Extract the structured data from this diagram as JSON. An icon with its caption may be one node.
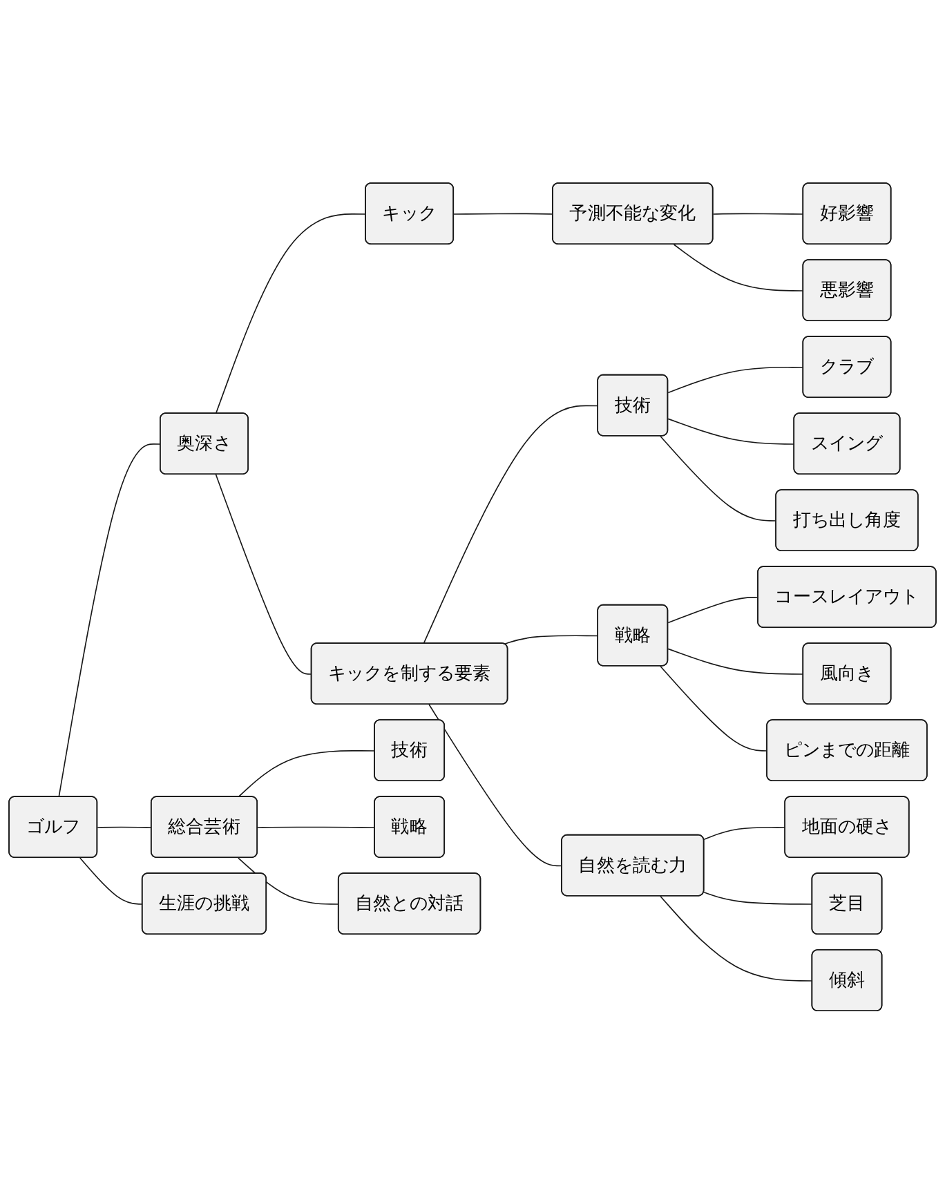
{
  "diagram": {
    "nodes": [
      {
        "text": [
          "ゴルフ"
        ]
      },
      {
        "text": [
          "奥深さ"
        ]
      },
      {
        "text": [
          "キック"
        ]
      },
      {
        "text": [
          "予測不能な変化"
        ]
      },
      {
        "text": [
          "好影響"
        ]
      },
      {
        "text": [
          "悪影響"
        ]
      },
      {
        "text": [
          "キックを制する要素"
        ]
      },
      {
        "text": [
          "技術"
        ]
      },
      {
        "text": [
          "クラブ"
        ]
      },
      {
        "text": [
          "スイング"
        ]
      },
      {
        "text": [
          "打ち出し角度"
        ]
      },
      {
        "text": [
          "戦略"
        ]
      },
      {
        "text": [
          "コースレイアウト"
        ]
      },
      {
        "text": [
          "風向き"
        ]
      },
      {
        "text": [
          "ピンまでの距離"
        ]
      },
      {
        "text": [
          "自然を読む力"
        ]
      },
      {
        "text": [
          "地面の硬さ"
        ]
      },
      {
        "text": [
          "芝目"
        ]
      },
      {
        "text": [
          "傾斜"
        ]
      },
      {
        "text": [
          "総合芸術"
        ]
      },
      {
        "text": [
          "技術"
        ]
      },
      {
        "text": [
          "戦略"
        ]
      },
      {
        "text": [
          "自然との対話"
        ]
      },
      {
        "text": [
          "生涯の挑戦"
        ]
      }
    ],
    "edges": [
      {
        "from": 0,
        "to": 1,
        "arrow": "none"
      },
      {
        "from": 1,
        "to": 2,
        "arrow": "none"
      },
      {
        "from": 2,
        "to": 3,
        "arrow": "none"
      },
      {
        "from": 3,
        "to": 4,
        "arrow": "none"
      },
      {
        "from": 3,
        "to": 5,
        "arrow": "none"
      },
      {
        "from": 1,
        "to": 6,
        "arrow": "none"
      },
      {
        "from": 6,
        "to": 7,
        "arrow": "none"
      },
      {
        "from": 7,
        "to": 8,
        "arrow": "none"
      },
      {
        "from": 7,
        "to": 9,
        "arrow": "none"
      },
      {
        "from": 7,
        "to": 10,
        "arrow": "none"
      },
      {
        "from": 6,
        "to": 11,
        "arrow": "none"
      },
      {
        "from": 11,
        "to": 12,
        "arrow": "none"
      },
      {
        "from": 11,
        "to": 13,
        "arrow": "none"
      },
      {
        "from": 11,
        "to": 14,
        "arrow": "none"
      },
      {
        "from": 6,
        "to": 15,
        "arrow": "none"
      },
      {
        "from": 15,
        "to": 16,
        "arrow": "none"
      },
      {
        "from": 15,
        "to": 17,
        "arrow": "none"
      },
      {
        "from": 15,
        "to": 18,
        "arrow": "none"
      },
      {
        "from": 0,
        "to": 19,
        "arrow": "none"
      },
      {
        "from": 19,
        "to": 20,
        "arrow": "none"
      },
      {
        "from": 19,
        "to": 21,
        "arrow": "none"
      },
      {
        "from": 19,
        "to": 22,
        "arrow": "none"
      },
      {
        "from": 0,
        "to": 23,
        "arrow": "none"
      }
    ]
  }
}
